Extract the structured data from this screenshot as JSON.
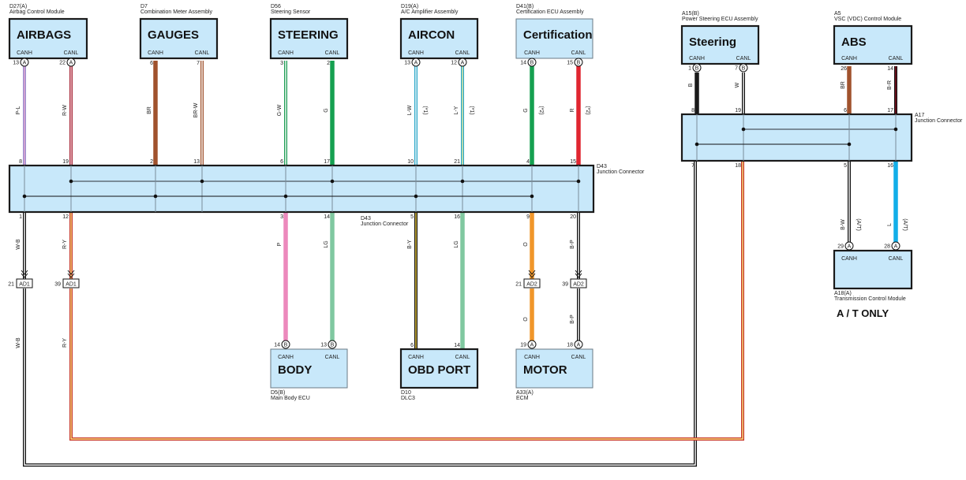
{
  "colors": {
    "box_fill": "#c8e8fa",
    "box_border": "#1a1a1a",
    "bus_gray": "#7a8c99",
    "bus_black": "#111111"
  },
  "modules": [
    {
      "id": "D27(A)",
      "name": "Airbag Control Module",
      "label": "AIRBAGS",
      "pins": [
        {
          "num": "13",
          "conn": "A",
          "sig": "CANH"
        },
        {
          "num": "22",
          "conn": "A",
          "sig": "CANL"
        }
      ]
    },
    {
      "id": "D7",
      "name": "Combination Meter Assembly",
      "label": "GAUGES",
      "pins": [
        {
          "num": "6",
          "conn": "",
          "sig": "CANH"
        },
        {
          "num": "7",
          "conn": "",
          "sig": "CANL"
        }
      ]
    },
    {
      "id": "D56",
      "name": "Steering Sensor",
      "label": "STEERING",
      "pins": [
        {
          "num": "3",
          "conn": "",
          "sig": "CANH"
        },
        {
          "num": "2",
          "conn": "",
          "sig": "CANL"
        }
      ]
    },
    {
      "id": "D19(A)",
      "name": "A/C Amplifier Assembly",
      "label": "AIRCON",
      "pins": [
        {
          "num": "13",
          "conn": "A",
          "sig": "CANH"
        },
        {
          "num": "12",
          "conn": "A",
          "sig": "CANL"
        }
      ]
    },
    {
      "id": "D41(B)",
      "name": "Certification ECU Assembly",
      "label": "Certification",
      "pins": [
        {
          "num": "14",
          "conn": "B",
          "sig": "CANH"
        },
        {
          "num": "15",
          "conn": "B",
          "sig": "CANL"
        }
      ]
    },
    {
      "id": "A15(B)",
      "name": "Power Steering ECU Assembly",
      "label": "Steering",
      "pins": [
        {
          "num": "1",
          "conn": "B",
          "sig": "CANH"
        },
        {
          "num": "7",
          "conn": "B",
          "sig": "CANL"
        }
      ]
    },
    {
      "id": "A5",
      "name": "VSC (VDC) Control Module",
      "label": "ABS",
      "pins": [
        {
          "num": "26",
          "conn": "",
          "sig": "CANH"
        },
        {
          "num": "14",
          "conn": "",
          "sig": "CANL"
        }
      ]
    },
    {
      "id": "D5(B)",
      "name": "Main Body ECU",
      "label": "BODY",
      "pins": [
        {
          "num": "14",
          "conn": "B",
          "sig": "CANH"
        },
        {
          "num": "13",
          "conn": "B",
          "sig": "CANL"
        }
      ]
    },
    {
      "id": "D10",
      "name": "DLC3",
      "label": "OBD PORT",
      "pins": [
        {
          "num": "6",
          "conn": "",
          "sig": "CANH"
        },
        {
          "num": "14",
          "conn": "",
          "sig": "CANL"
        }
      ]
    },
    {
      "id": "A33(A)",
      "name": "ECM",
      "label": "MOTOR",
      "pins": [
        {
          "num": "19",
          "conn": "A",
          "sig": "CANH"
        },
        {
          "num": "18",
          "conn": "A",
          "sig": "CANL"
        }
      ]
    },
    {
      "id": "A18(A)",
      "name": "Transmission Control Module",
      "label": "",
      "pins": [
        {
          "num": "29",
          "conn": "A",
          "sig": "CANH"
        },
        {
          "num": "28",
          "conn": "A",
          "sig": "CANL"
        }
      ]
    }
  ],
  "junctions": [
    {
      "id": "D43",
      "name": "Junction Connector",
      "top_pins": [
        "8",
        "19",
        "2",
        "13",
        "6",
        "17",
        "10",
        "21",
        "4",
        "15"
      ],
      "bottom_pins": [
        "1",
        "12",
        "3",
        "14",
        "5",
        "16",
        "9",
        "20"
      ],
      "bottom_label_id": "D43",
      "bottom_label_name": "Junction Connector"
    },
    {
      "id": "A17",
      "name": "Junction Connector",
      "top_pins": [
        "8",
        "19",
        "6",
        "17"
      ],
      "bottom_pins": [
        "7",
        "18",
        "5",
        "16"
      ]
    }
  ],
  "inline_connectors": [
    {
      "id": "AD1",
      "pin": "21"
    },
    {
      "id": "AD1",
      "pin": "39"
    },
    {
      "id": "AD2",
      "pin": "21"
    },
    {
      "id": "AD2",
      "pin": "39"
    }
  ],
  "wires": [
    {
      "code": "P-L",
      "note": "",
      "base": "#9b8fd0",
      "stripe": "#e3a6cf"
    },
    {
      "code": "R-W",
      "note": "",
      "base": "#a82a3a",
      "stripe": "#f4d0d8"
    },
    {
      "code": "BR",
      "note": "",
      "base": "#a0522d",
      "stripe": ""
    },
    {
      "code": "BR-W",
      "note": "",
      "base": "#a0522d",
      "stripe": "#ffffff"
    },
    {
      "code": "G-W",
      "note": "",
      "base": "#1e9e55",
      "stripe": "#ffffff"
    },
    {
      "code": "G",
      "note": "",
      "base": "#15a050",
      "stripe": ""
    },
    {
      "code": "L-W",
      "note": "(*1)",
      "base": "#2aa6c8",
      "stripe": "#ffffff"
    },
    {
      "code": "L-Y",
      "note": "(*1)",
      "base": "#2aa6c8",
      "stripe": "#f2f0a0"
    },
    {
      "code": "G",
      "note": "(*2)",
      "base": "#15a050",
      "stripe": ""
    },
    {
      "code": "R",
      "note": "(*2)",
      "base": "#e02630",
      "stripe": ""
    },
    {
      "code": "W-B",
      "note": "",
      "base": "#111111",
      "stripe": "#ffffff"
    },
    {
      "code": "R-Y",
      "note": "",
      "base": "#c8382a",
      "stripe": "#f7e080"
    },
    {
      "code": "P",
      "note": "",
      "base": "#ec88bc",
      "stripe": ""
    },
    {
      "code": "LG",
      "note": "",
      "base": "#80c8a0",
      "stripe": ""
    },
    {
      "code": "B-Y",
      "note": "",
      "base": "#111111",
      "stripe": "#f2d040"
    },
    {
      "code": "LG",
      "note": "",
      "base": "#80c8a0",
      "stripe": ""
    },
    {
      "code": "O",
      "note": "",
      "base": "#f0962a",
      "stripe": ""
    },
    {
      "code": "B-P",
      "note": "",
      "base": "#111111",
      "stripe": "#ffffff"
    },
    {
      "code": "B",
      "note": "",
      "base": "#1a1a1a",
      "stripe": ""
    },
    {
      "code": "W",
      "note": "",
      "base": "#111111",
      "stripe": "#ffffff"
    },
    {
      "code": "BR",
      "note": "",
      "base": "#a0522d",
      "stripe": ""
    },
    {
      "code": "B-R",
      "note": "",
      "base": "#111111",
      "stripe": "#8a1020"
    },
    {
      "code": "B-W",
      "note": "(A/T)",
      "base": "#111111",
      "stripe": "#ffffff"
    },
    {
      "code": "L",
      "note": "(A/T)",
      "base": "#12aee8",
      "stripe": ""
    }
  ],
  "footnote": "A / T ONLY"
}
